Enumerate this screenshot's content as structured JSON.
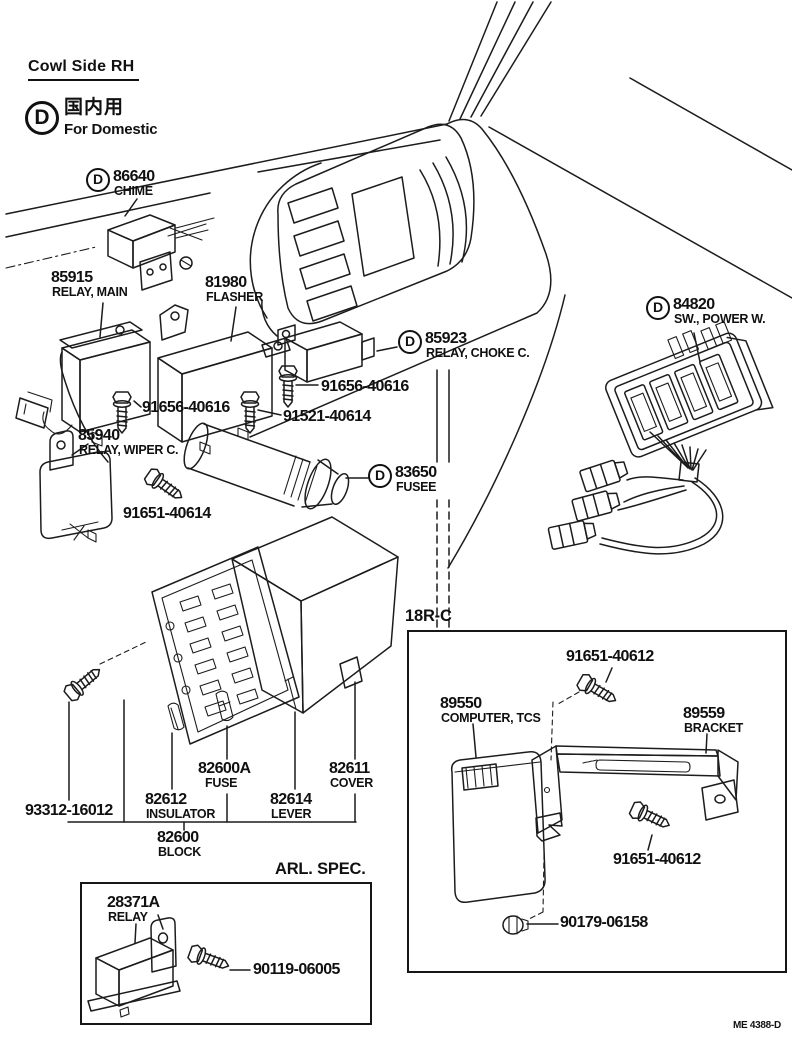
{
  "page": {
    "title": "Cowl Side RH",
    "footer_code": "ME 4388-D"
  },
  "legend": {
    "marker": "D",
    "kanji": "国内用",
    "text": "For Domestic"
  },
  "sections": {
    "r18c": {
      "label": "18R-C"
    },
    "arl": {
      "label": "ARL. SPEC."
    }
  },
  "parts": {
    "chime": {
      "marker": "D",
      "number": "86640",
      "name": "CHIME"
    },
    "relay_main": {
      "number": "85915",
      "name": "RELAY, MAIN"
    },
    "flasher": {
      "number": "81980",
      "name": "FLASHER"
    },
    "relay_choke": {
      "marker": "D",
      "number": "85923",
      "name": "RELAY, CHOKE C."
    },
    "sw_power_window": {
      "marker": "D",
      "number": "84820",
      "name": "SW., POWER W."
    },
    "fusee": {
      "marker": "D",
      "number": "83650",
      "name": "FUSEE"
    },
    "relay_wiper": {
      "number": "85940",
      "name": "RELAY, WIPER C."
    },
    "bolt_91656_right": {
      "number": "91656-40616"
    },
    "bolt_91656_left": {
      "number": "91656-40616"
    },
    "bolt_91521": {
      "number": "91521-40614"
    },
    "bolt_91651_40614": {
      "number": "91651-40614"
    },
    "fuse": {
      "number": "82600A",
      "name": "FUSE"
    },
    "cover": {
      "number": "82611",
      "name": "COVER"
    },
    "insulator": {
      "number": "82612",
      "name": "INSULATOR"
    },
    "lever": {
      "number": "82614",
      "name": "LEVER"
    },
    "screw_93312": {
      "number": "93312-16012"
    },
    "block": {
      "number": "82600",
      "name": "BLOCK"
    },
    "computer": {
      "number": "89550",
      "name": "COMPUTER, TCS"
    },
    "bracket": {
      "number": "89559",
      "name": "BRACKET"
    },
    "bolt_91651_top": {
      "number": "91651-40612"
    },
    "bolt_91651_bottom": {
      "number": "91651-40612"
    },
    "grommet": {
      "number": "90179-06158"
    },
    "relay_arl": {
      "number": "28371A",
      "name": "RELAY"
    },
    "bolt_90119": {
      "number": "90119-06005"
    }
  }
}
